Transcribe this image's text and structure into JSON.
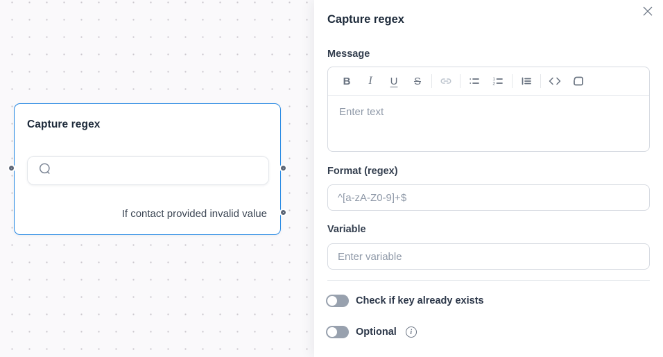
{
  "icons": {
    "close": "×",
    "info": "i"
  },
  "canvas": {
    "node": {
      "title": "Capture regex",
      "branch_label": "If contact provided invalid value"
    }
  },
  "panel": {
    "title": "Capture regex",
    "message": {
      "label": "Message",
      "placeholder": "Enter text",
      "toolbar_glyphs": {
        "bold": "B",
        "italic": "I",
        "underline": "U",
        "strikethrough": "S"
      },
      "toolbar_items": [
        "bold",
        "italic",
        "underline",
        "strikethrough",
        "link",
        "unordered-list",
        "ordered-list",
        "indent-list",
        "code",
        "code-block"
      ]
    },
    "format": {
      "label": "Format (regex)",
      "placeholder": "^[a-zA-Z0-9]+$"
    },
    "variable": {
      "label": "Variable",
      "placeholder": "Enter variable"
    },
    "toggles": {
      "check_key": {
        "label": "Check if key already exists",
        "state": "off"
      },
      "optional": {
        "label": "Optional",
        "state": "off"
      }
    }
  },
  "colors": {
    "accent_blue": "#2688e3",
    "toggle_off": "#98a1ae",
    "icon": "#67717f",
    "icon_disabled": "#bcc4cd",
    "port_ring": "#5d6676"
  }
}
